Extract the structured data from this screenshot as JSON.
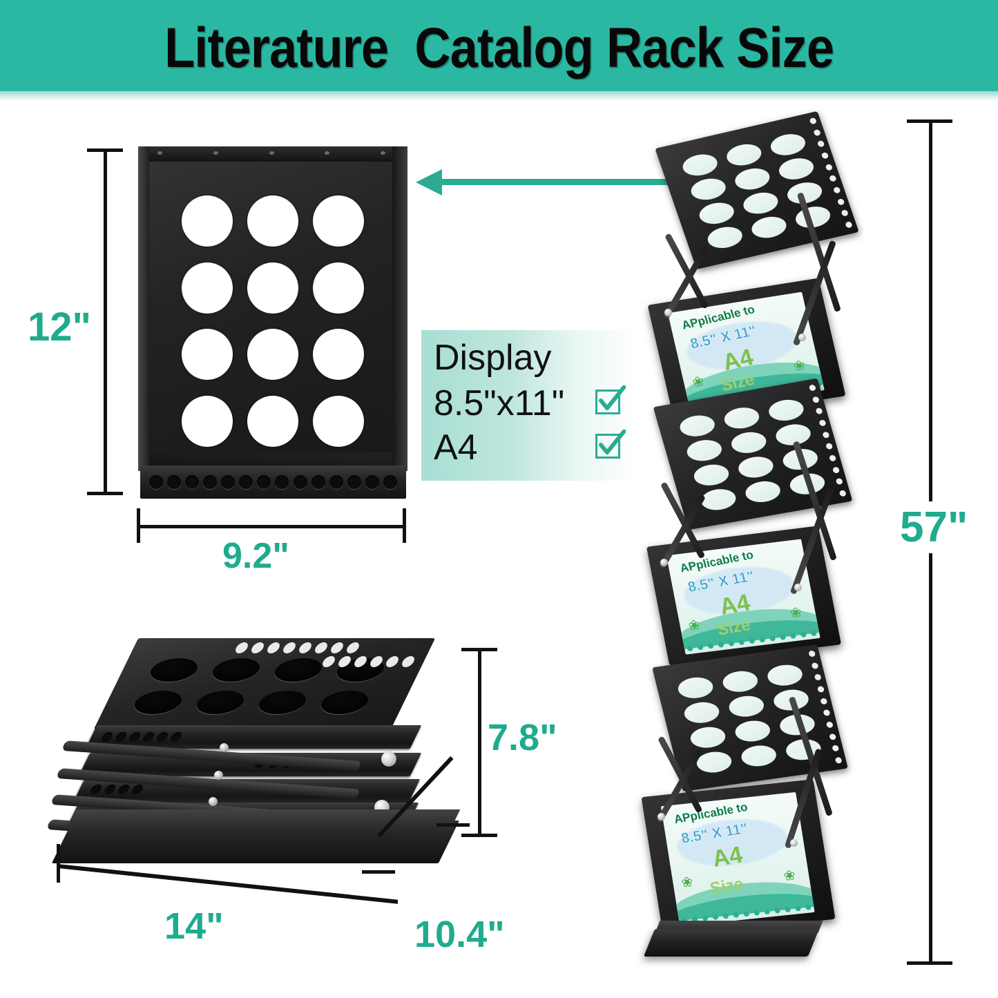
{
  "header": {
    "title": "Literature  Catalog Rack Size",
    "bg_color": "#2bb8a3",
    "text_color": "#080808"
  },
  "theme": {
    "accent_teal": "#1fab8e",
    "arrow_teal": "#2bab92",
    "dimension_line": "#111111",
    "metal_black": "#1a1a1b"
  },
  "dimensions": {
    "tray_height": "12\"",
    "tray_width": "9.2\"",
    "folded_height": "7.8\"",
    "folded_length": "14\"",
    "folded_depth": "10.4\"",
    "rack_height": "57\""
  },
  "display_box": {
    "title": "Display",
    "option_1": "8.5\"x11\"",
    "option_2": "A4",
    "checkbox_1_checked": true,
    "checkbox_2_checked": true,
    "bg_start": "#a7ded3",
    "bg_end": "#ffffff"
  },
  "brochure_card": {
    "line_applicable": "APplicable to",
    "line_size": "8.5\" X 11\"",
    "line_a4": "A4",
    "line_word": "Size",
    "clover_glyph": "❀"
  },
  "icons": {
    "arrow": "left-arrow-icon",
    "check": "checkmark-icon"
  },
  "tray": {
    "circle_count": 12,
    "circle_rows": 4,
    "circle_cols": 3,
    "lip_hole_count": 14
  }
}
